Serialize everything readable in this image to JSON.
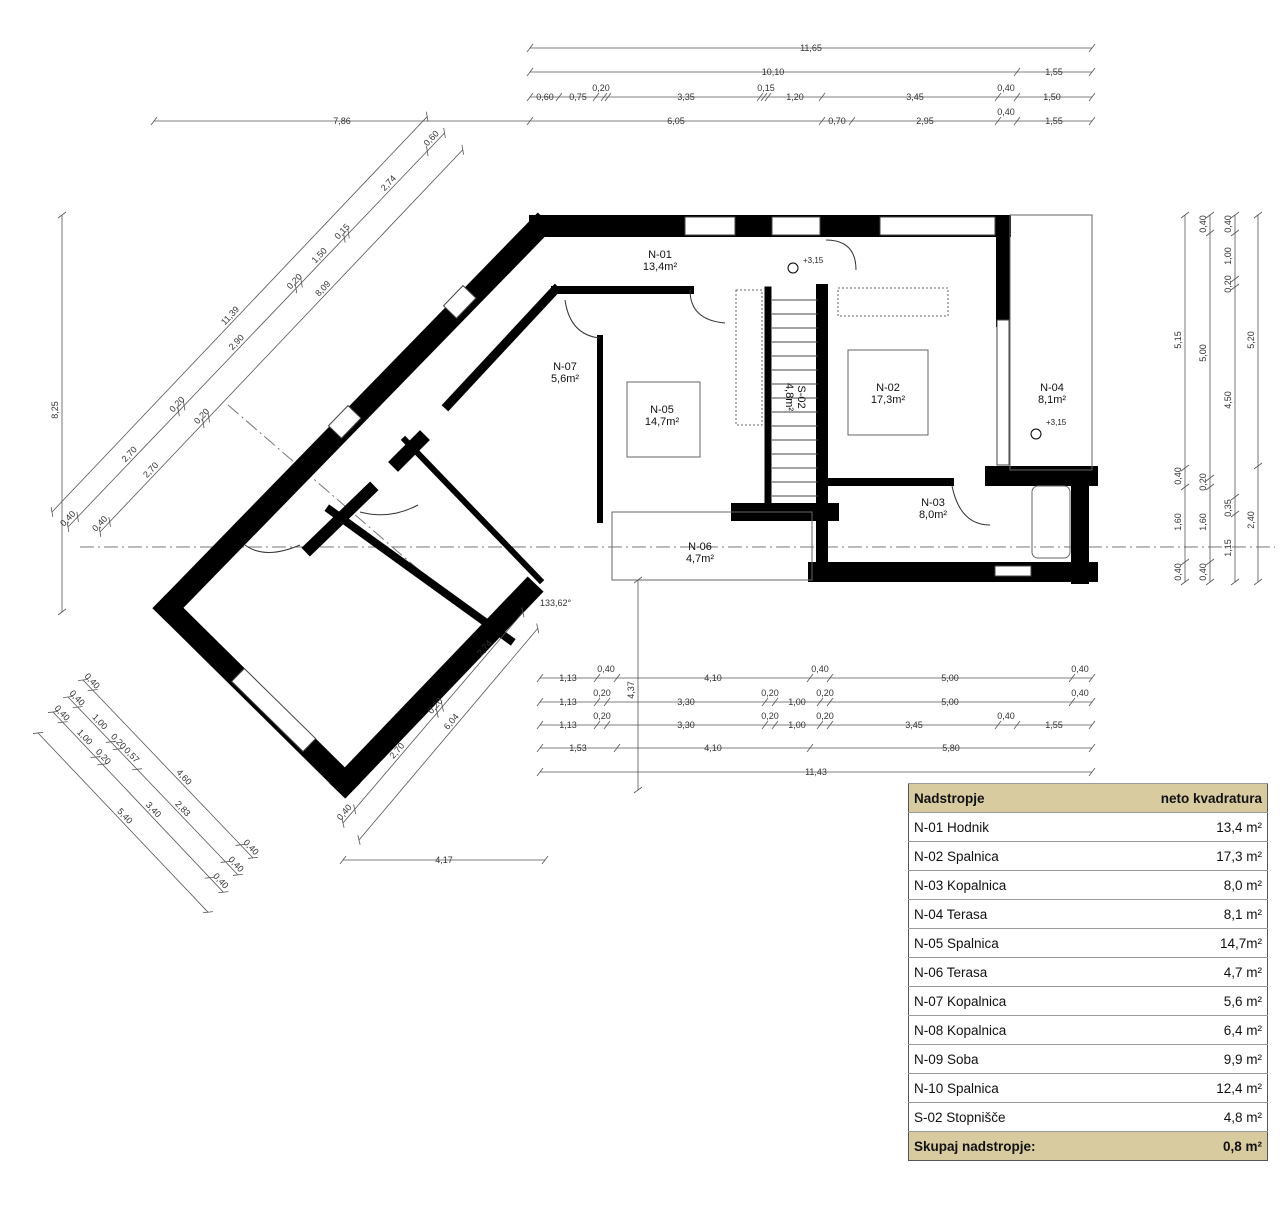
{
  "rooms": [
    {
      "code": "N-01",
      "area": "13,4m²"
    },
    {
      "code": "N-07",
      "area": "5,6m²"
    },
    {
      "code": "N-05",
      "area": "14,7m²"
    },
    {
      "code": "S-02",
      "area": "4,8m²"
    },
    {
      "code": "N-02",
      "area": "17,3m²"
    },
    {
      "code": "N-04",
      "area": "8,1m²"
    },
    {
      "code": "N-03",
      "area": "8,0m²"
    },
    {
      "code": "N-06",
      "area": "4,7m²"
    }
  ],
  "elevations": [
    "+3,15",
    "+3,15"
  ],
  "angle_label": "133,62°",
  "dims": {
    "top": [
      [
        "11,65"
      ],
      [
        "10,10",
        "1,55"
      ],
      [
        "0,60",
        "0,75",
        "0,20",
        "3,35",
        "0,15",
        "1,20",
        "3,45",
        "0,40",
        "1,50"
      ],
      [
        "7,86",
        "6,05",
        "0,70",
        "2,95",
        "0,40",
        "1,55"
      ]
    ],
    "bottom": [
      [
        "1,13",
        "0,40",
        "4,10",
        "0,40",
        "5,00",
        "0,40"
      ],
      [
        "1,13",
        "0,20",
        "3,30",
        "0,20",
        "1,00",
        "0,20",
        "5,00",
        "0,40"
      ],
      [
        "1,13",
        "0,20",
        "3,30",
        "0,20",
        "1,00",
        "0,20",
        "3,45",
        "0,40",
        "1,55"
      ],
      [
        "1,53",
        "4,10",
        "5,80"
      ],
      [
        "11,43"
      ],
      [
        "4,17"
      ]
    ],
    "right": [
      [
        "5,15",
        "0,40",
        "1,60",
        "0,40"
      ],
      [
        "0,40",
        "5,00",
        "0,20",
        "1,60",
        "0,40"
      ],
      [
        "0,40",
        "1,00",
        "0,20",
        "4,50",
        "0,35",
        "1,15"
      ],
      [
        "5,20",
        "2,40"
      ]
    ],
    "vertical_other": [
      [
        "8,25"
      ],
      [
        "4,37"
      ]
    ],
    "diagonal_nw": [
      [
        "11,39"
      ],
      [
        "0,40",
        "2,70",
        "0,20",
        "2,90",
        "0,20",
        "1,50",
        "0,15",
        "2,74",
        "0,60"
      ],
      [
        "0,40",
        "2,70",
        "0,20",
        "8,09"
      ]
    ],
    "diagonal_sw": [
      [
        "0,40",
        "4,60",
        "0,40"
      ],
      [
        "0,40",
        "1,00",
        "0,20",
        "0,57",
        "2,83",
        "0,40"
      ],
      [
        "0,40",
        "1,00",
        "0,20",
        "3,40",
        "0,40"
      ],
      [
        "5,40"
      ]
    ],
    "diagonal_se": [
      [
        "0,40",
        "2,70",
        "0,20",
        "2,74"
      ],
      [
        "6,04"
      ]
    ]
  },
  "table": {
    "header": {
      "left": "Nadstropje",
      "right": "neto kvadratura"
    },
    "rows": [
      {
        "name": "N-01 Hodnik",
        "area": "13,4 m²"
      },
      {
        "name": "N-02 Spalnica",
        "area": "17,3 m²"
      },
      {
        "name": "N-03 Kopalnica",
        "area": "8,0 m²"
      },
      {
        "name": "N-04 Terasa",
        "area": "8,1 m²"
      },
      {
        "name": "N-05 Spalnica",
        "area": "14,7m²"
      },
      {
        "name": "N-06 Terasa",
        "area": "4,7 m²"
      },
      {
        "name": "N-07 Kopalnica",
        "area": "5,6 m²"
      },
      {
        "name": "N-08 Kopalnica",
        "area": "6,4 m²"
      },
      {
        "name": "N-09 Soba",
        "area": "9,9 m²"
      },
      {
        "name": "N-10 Spalnica",
        "area": "12,4 m²"
      },
      {
        "name": "S-02 Stopnišče",
        "area": "4,8 m²"
      }
    ],
    "footer": {
      "left": "Skupaj nadstropje:",
      "right": "0,8 m²"
    }
  },
  "colors": {
    "wall": "#000000",
    "dimension": "#555555",
    "table_header": "#d9cba0"
  }
}
